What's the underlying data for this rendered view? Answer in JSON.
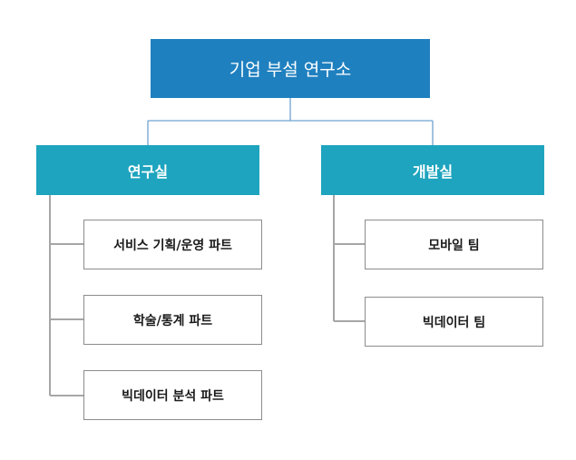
{
  "colors": {
    "root_fill": "#1f80bf",
    "dept_fill": "#1ea4be",
    "connector_root": "#6fa2cf",
    "connector_team": "#a6a6a6"
  },
  "root": {
    "label": "기업 부설 연구소"
  },
  "departments": [
    {
      "label": "연구실",
      "teams": [
        {
          "label": "서비스 기획/운영 파트"
        },
        {
          "label": "학술/통계 파트"
        },
        {
          "label": "빅데이터 분석 파트"
        }
      ]
    },
    {
      "label": "개발실",
      "teams": [
        {
          "label": "모바일 팀"
        },
        {
          "label": "빅데이터 팀"
        }
      ]
    }
  ]
}
